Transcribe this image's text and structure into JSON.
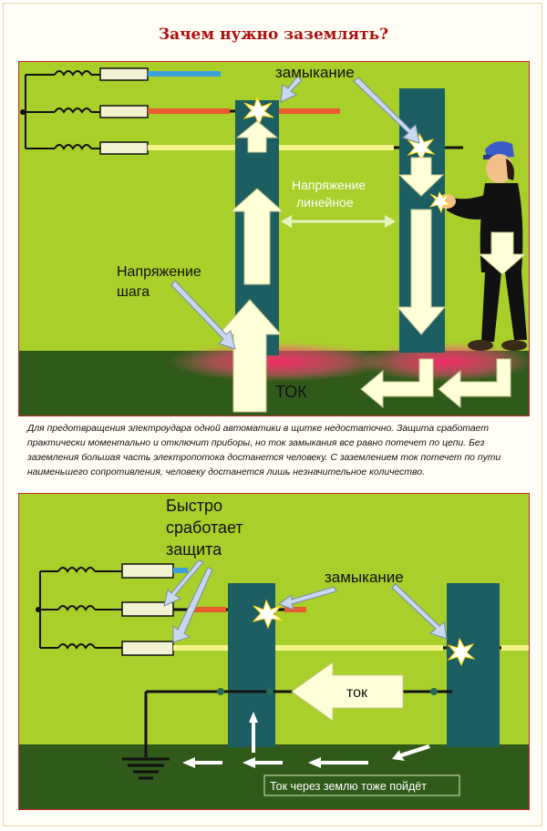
{
  "title": "Зачем нужно заземлять?",
  "panel1": {
    "label_short": "замыкание",
    "label_line_voltage": [
      "Напряжение",
      "линейное"
    ],
    "label_step_voltage": [
      "Напряжение",
      "шага"
    ],
    "label_current": "ТОК"
  },
  "caption": "Для предотвращения электроудара одной автоматики в щитке недостаточно. Защита сработает практически моментально и отключит приборы, но ток замыкания все равно потечет по цепи. Без заземления большая часть электропотока достанется человеку. С заземлением ток потечет по пути наименьшего сопротивления, человеку достанется лишь незначительное количество.",
  "panel2": {
    "label_protection": [
      "Быстро",
      "сработает",
      "защита"
    ],
    "label_short": "замыкание",
    "label_current": "ток",
    "label_ground_current": "Ток через землю тоже пойдёт"
  },
  "colors": {
    "background_green": "#a8cf2a",
    "ground_green": "#2f5a1a",
    "pole_teal": "#1d5e63",
    "panel_border": "#c42a2a",
    "arrow_fill": "#ffffd8",
    "title_red": "#b01010"
  }
}
